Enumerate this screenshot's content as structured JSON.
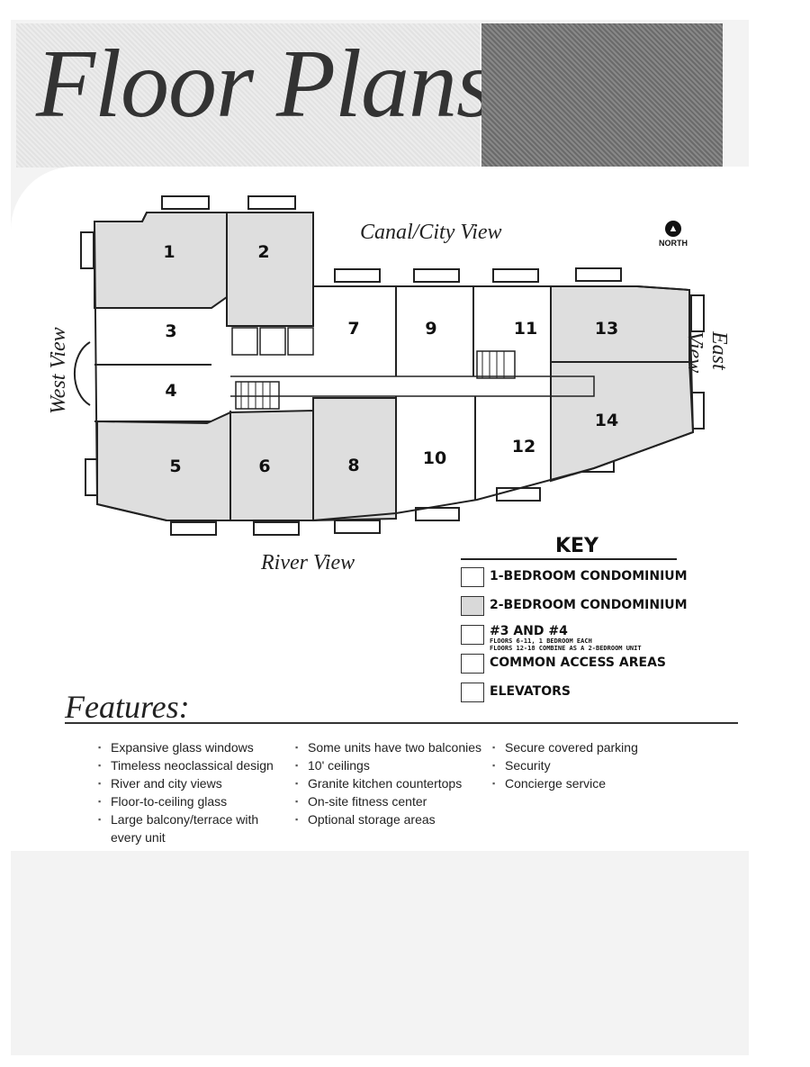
{
  "title": "Floor Plans",
  "views": {
    "north": "Canal/City View",
    "south": "River View",
    "west": "West View",
    "east": "East View"
  },
  "compass_label": "NORTH",
  "units": [
    "1",
    "2",
    "3",
    "4",
    "5",
    "6",
    "7",
    "8",
    "9",
    "10",
    "11",
    "12",
    "13",
    "14"
  ],
  "key": {
    "title": "KEY",
    "items": [
      {
        "label": "1-BEDROOM CONDOMINIUM",
        "shaded": false
      },
      {
        "label": "2-BEDROOM CONDOMINIUM",
        "shaded": true
      },
      {
        "label": "#3 AND #4",
        "sub1": "FLOORS 6-11, 1 BEDROOM EACH",
        "sub2": "FLOORS 12-18 COMBINE AS A 2-BEDROOM UNIT",
        "shaded": false
      },
      {
        "label": "COMMON ACCESS AREAS",
        "shaded": false
      },
      {
        "label": "ELEVATORS",
        "shaded": false
      }
    ]
  },
  "features": {
    "title": "Features:",
    "col1": [
      "Expansive glass windows",
      "Timeless neoclassical design",
      "River and city views",
      "Floor-to-ceiling glass",
      "Large balcony/terrace with every unit"
    ],
    "col2": [
      "Some units have two balconies",
      "10' ceilings",
      "Granite kitchen countertops",
      "On-site fitness center",
      "Optional storage areas"
    ],
    "col3": [
      "Secure covered parking",
      "Security",
      "Concierge service"
    ]
  }
}
